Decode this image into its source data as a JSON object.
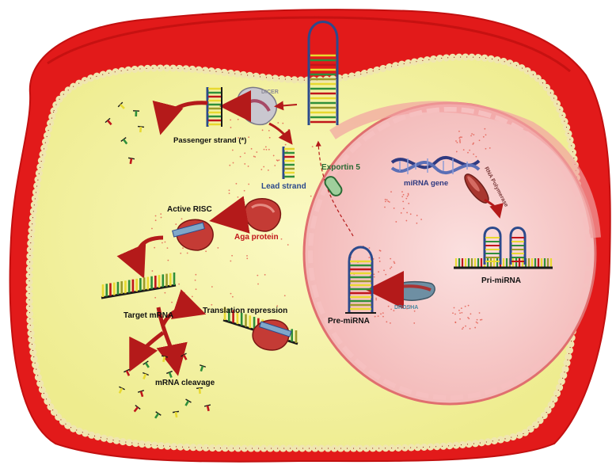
{
  "labels": {
    "dicer": "DICER",
    "passenger_strand": "Passenger strand (*)",
    "lead_strand": "Lead strand",
    "exportin": "Exportin 5",
    "mirna_gene": "miRNA gene",
    "rna_polymerase": "RNA Polymerase",
    "active_risc": "Active RISC",
    "aga_protein": "Aga protein",
    "pri_mirna": "Pri-miRNA",
    "pre_mirna": "Pre-miRNA",
    "drosha": "DROSHA",
    "target_mrna": "Target mRNA",
    "translation_repression": "Translation repression",
    "mrna_cleavage": "mRNA cleavage"
  },
  "colors": {
    "membrane_red": "#e21a1a",
    "cytoplasm": "#f5f3a4",
    "nucleus_fill": "#f9d0cf",
    "nucleus_rim": "#e88a8a",
    "arrow_red": "#b41a1a",
    "label_blue": "#2c4a8c",
    "label_green": "#2a6a34",
    "aga_red": "#c0161b"
  },
  "icons": [
    "dna-helix-icon",
    "dicer-enzyme-icon",
    "risc-complex-icon",
    "drosha-enzyme-icon",
    "exportin-icon",
    "rna-polymerase-icon"
  ]
}
